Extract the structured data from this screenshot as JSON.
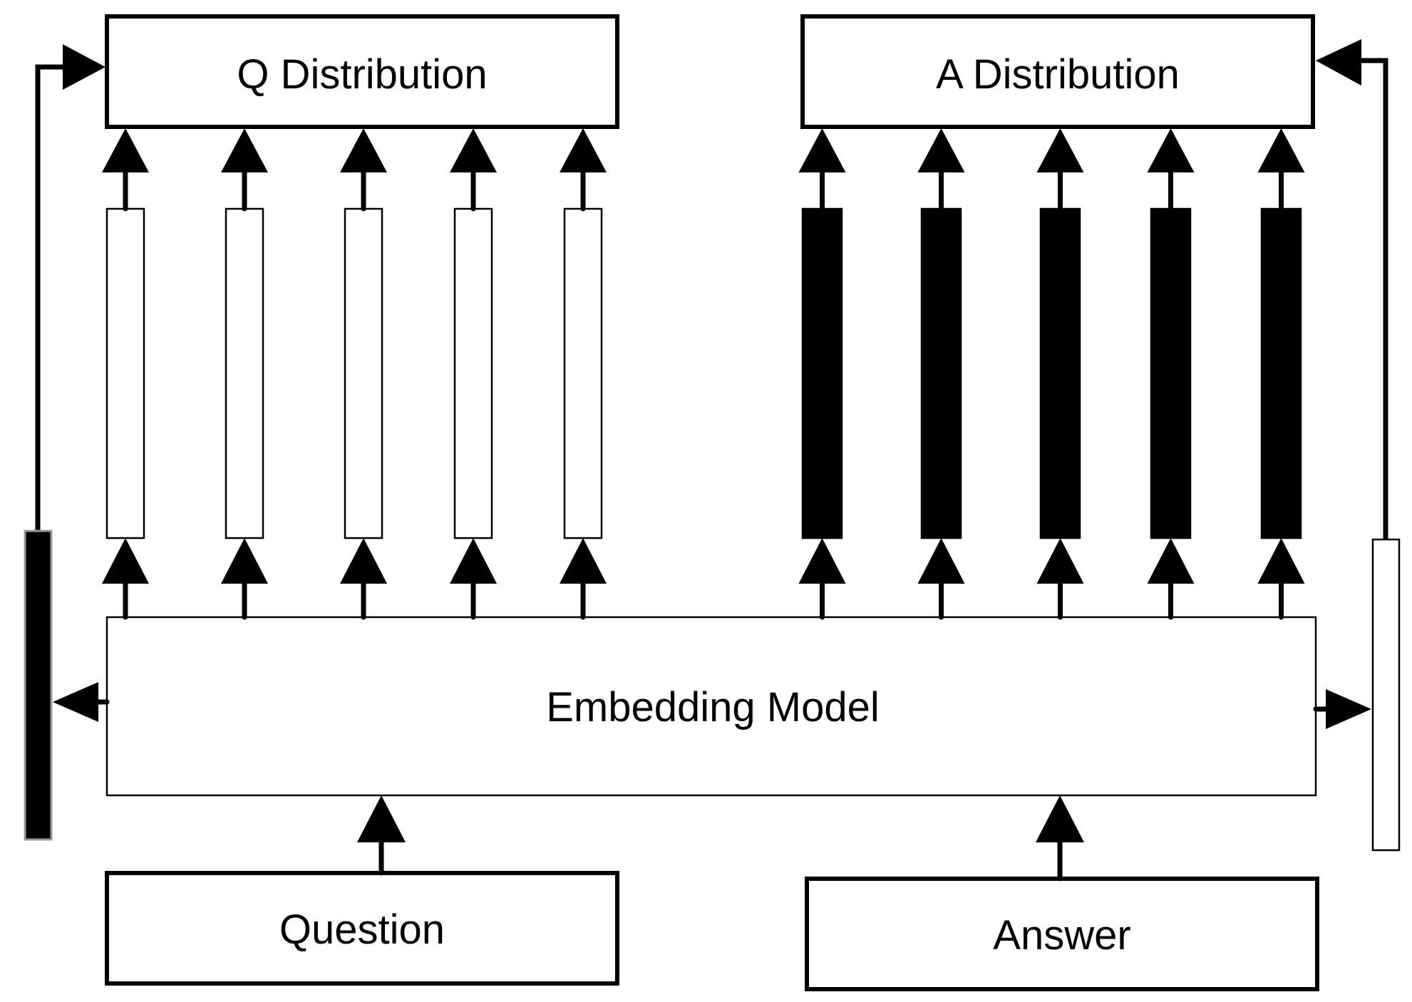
{
  "diagram": {
    "nodes": {
      "q_distribution": "Q Distribution",
      "a_distribution": "A Distribution",
      "embedding_model": "Embedding Model",
      "question": "Question",
      "answer": "Answer"
    },
    "q_vector_count": 5,
    "a_vector_count": 5,
    "q_vector_fill": "#ffffff",
    "a_vector_fill": "#000000",
    "q_side_vector_fill": "#000000",
    "a_side_vector_fill": "#ffffff",
    "stroke_color": "#000000"
  }
}
